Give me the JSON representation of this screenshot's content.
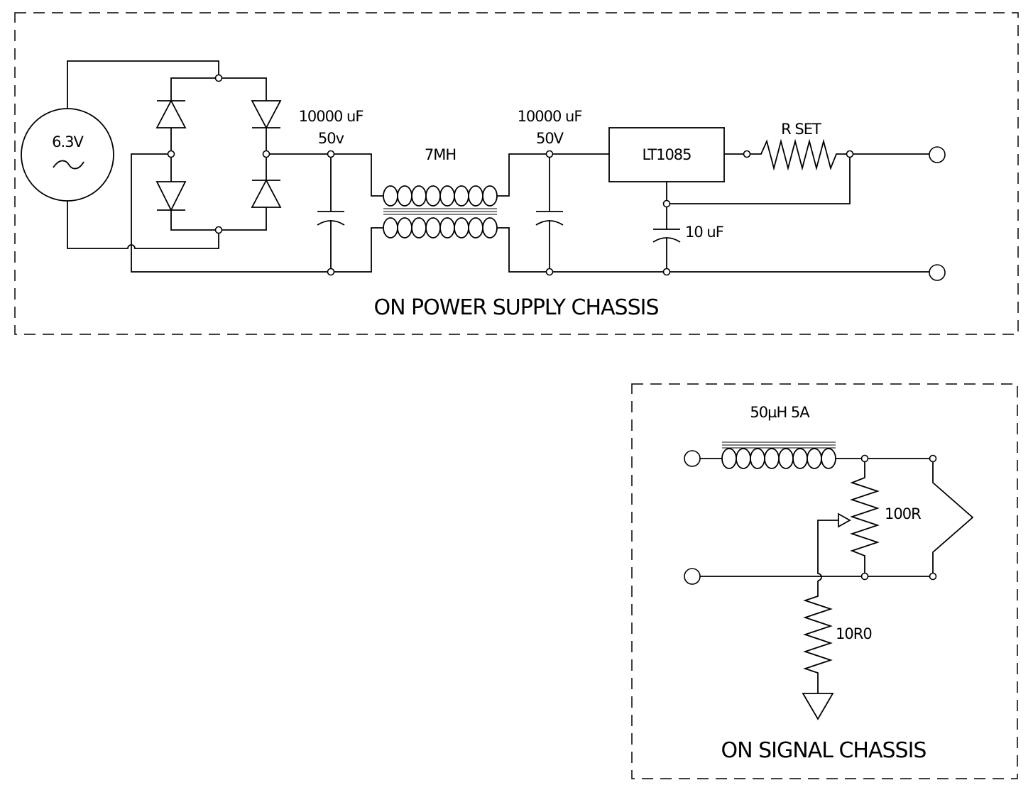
{
  "power_supply": {
    "title": "ON POWER SUPPLY CHASSIS",
    "source_label": "6.3V",
    "cap1_label_1": "10000 uF",
    "cap1_label_2": "50v",
    "choke_label": "7MH",
    "cap2_label_1": "10000 uF",
    "cap2_label_2": "50V",
    "regulator_label": "LT1085",
    "rset_label": "R SET",
    "cap3_label": "10 uF"
  },
  "signal": {
    "title": "ON SIGNAL CHASSIS",
    "inductor_label": "50µH 5A",
    "pot_label": "100R",
    "resistor_label": "10R0"
  }
}
